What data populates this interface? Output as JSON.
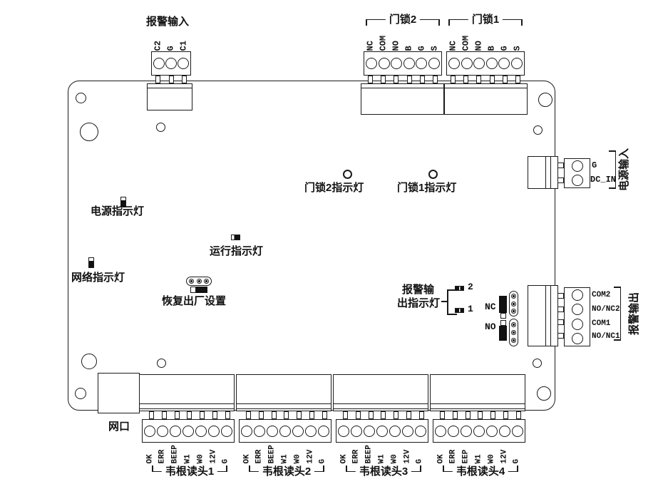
{
  "colors": {
    "line": "#1a1a1a",
    "background": "#ffffff",
    "led_dark": "#111111"
  },
  "top_connectors": [
    {
      "id": "alarm-input",
      "label": "报警输入",
      "pins": [
        "C2",
        "G",
        "C1"
      ]
    },
    {
      "id": "door-lock-2",
      "label": "门锁2",
      "pins": [
        "NC",
        "COM",
        "NO",
        "B",
        "G",
        "S"
      ]
    },
    {
      "id": "door-lock-1",
      "label": "门锁1",
      "pins": [
        "NC",
        "COM",
        "NO",
        "B",
        "G",
        "S"
      ]
    }
  ],
  "right_connectors": [
    {
      "id": "power-input",
      "label": "电源输入",
      "pins": [
        "G",
        "DC_IN"
      ]
    },
    {
      "id": "alarm-output",
      "label": "报警输出",
      "pins": [
        "COM2",
        "NO/NC2",
        "COM1",
        "NO/NC1"
      ]
    }
  ],
  "indicators": {
    "power": "电源指示灯",
    "run": "运行指示灯",
    "network": "网络指示灯",
    "door_lock_2": "门锁2指示灯",
    "door_lock_1": "门锁1指示灯"
  },
  "factory_reset": {
    "label": "恢复出厂设置"
  },
  "alarm_output_indicator": {
    "label_line1": "报警输",
    "label_line2": "出指示灯",
    "led_2": "2",
    "led_1": "1",
    "jumper_nc": "NC",
    "jumper_no": "NO"
  },
  "network_port": {
    "label": "网口"
  },
  "wiegand_readers": [
    {
      "label": "韦根读头1",
      "pins": [
        "OK",
        "ERR",
        "BEEP",
        "W1",
        "W0",
        "12V",
        "G"
      ]
    },
    {
      "label": "韦根读头2",
      "pins": [
        "OK",
        "ERR",
        "BEEP",
        "W1",
        "W0",
        "12V",
        "G"
      ]
    },
    {
      "label": "韦根读头3",
      "pins": [
        "OK",
        "ERR",
        "BEEP",
        "W1",
        "W0",
        "12V",
        "G"
      ]
    },
    {
      "label": "韦根读头4",
      "pins": [
        "OK",
        "ERR",
        "EEP",
        "W1",
        "W0",
        "12V",
        "G"
      ]
    }
  ]
}
